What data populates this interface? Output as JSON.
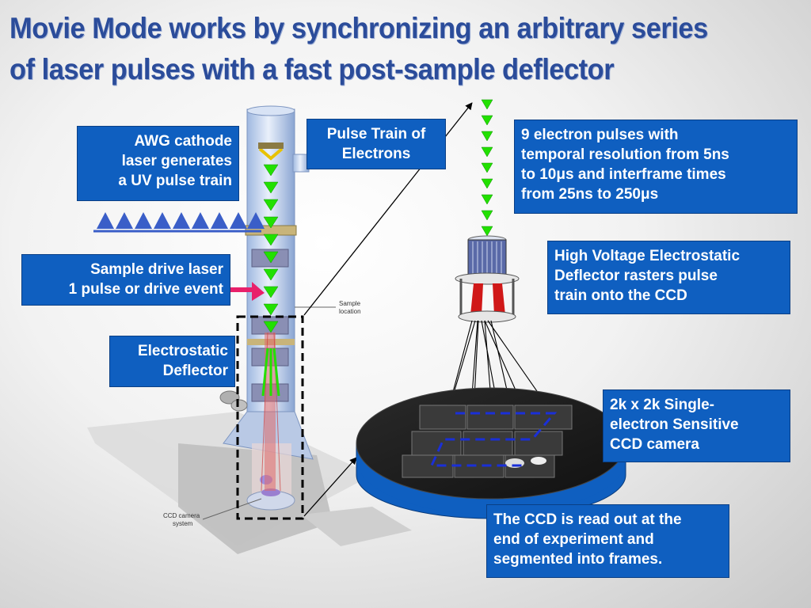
{
  "slide": {
    "title_line1": "Movie Mode works by synchronizing an arbitrary series",
    "title_line2": "of laser pulses with a fast post-sample deflector"
  },
  "callouts": {
    "awg": [
      "AWG cathode",
      "laser generates",
      "a UV pulse train"
    ],
    "pulse_train": [
      "Pulse Train of",
      "Electrons"
    ],
    "nine_pulses": [
      "9 electron pulses with",
      "temporal resolution from 5ns",
      "to 10μs and interframe times",
      "from 25ns to 250μs"
    ],
    "sample_drive": [
      "Sample drive laser",
      "1 pulse or drive event"
    ],
    "hv_deflector": [
      "High Voltage Electrostatic",
      "Deflector rasters pulse",
      "train onto the CCD"
    ],
    "electrostatic": [
      "Electrostatic",
      "Deflector"
    ],
    "ccd_camera": [
      "2k x 2k Single-",
      "electron Sensitive",
      "CCD camera"
    ],
    "readout": [
      "The CCD is read out at the",
      "end of experiment and",
      "segmented into frames."
    ]
  },
  "labels": {
    "sample_location": [
      "Sample",
      "location"
    ],
    "ccd_system": [
      "CCD camera",
      "system"
    ]
  },
  "colors": {
    "callout_bg": "#0f5fc0",
    "title": "#2b4c9a",
    "pulse_arrow": "#22e000",
    "uv_pulse": "#3a5ec8",
    "drive_laser": "#e8206a"
  }
}
